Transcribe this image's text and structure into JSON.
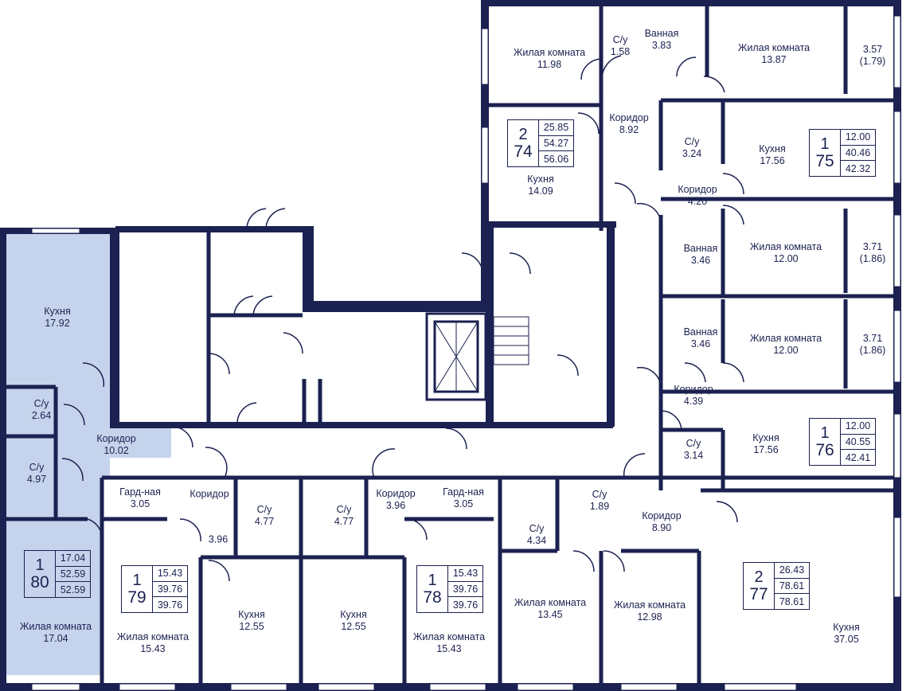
{
  "colors": {
    "wall": "#1b2150",
    "selected_fill": "#c5d4ec",
    "background": "#ffffff"
  },
  "rooms": [
    {
      "name": "Жилая комната",
      "area": "11.98"
    },
    {
      "name": "С/у",
      "area": "1.58"
    },
    {
      "name": "Ванная",
      "area": "3.83"
    },
    {
      "name": "Жилая комната",
      "area": "13.87"
    },
    {
      "name": "3.57",
      "area": "(1.79)"
    },
    {
      "name": "Коридор",
      "area": "8.92"
    },
    {
      "name": "Кухня",
      "area": "14.09"
    },
    {
      "name": "С/у",
      "area": "3.24"
    },
    {
      "name": "Кухня",
      "area": "17.56"
    },
    {
      "name": "Коридор",
      "area": "4.20"
    },
    {
      "name": "Ванная",
      "area": "3.46"
    },
    {
      "name": "Жилая комната",
      "area": "12.00"
    },
    {
      "name": "3.71",
      "area": "(1.86)"
    },
    {
      "name": "Ванная",
      "area": "3.46"
    },
    {
      "name": "Жилая комната",
      "area": "12.00"
    },
    {
      "name": "3.71",
      "area": "(1.86)"
    },
    {
      "name": "Коридор",
      "area": "4.39"
    },
    {
      "name": "С/у",
      "area": "3.14"
    },
    {
      "name": "Кухня",
      "area": "17.56"
    },
    {
      "name": "Кухня",
      "area": "17.92"
    },
    {
      "name": "С/у",
      "area": "2.64"
    },
    {
      "name": "Коридор",
      "area": "10.02"
    },
    {
      "name": "С/у",
      "area": "4.97"
    },
    {
      "name": "Гард-ная",
      "area": "3.05"
    },
    {
      "name": "Коридор",
      "area": ""
    },
    {
      "name": "",
      "area": "3.96"
    },
    {
      "name": "С/у",
      "area": "4.77"
    },
    {
      "name": "С/у",
      "area": "4.77"
    },
    {
      "name": "Коридор",
      "area": "3.96"
    },
    {
      "name": "Гард-ная",
      "area": "3.05"
    },
    {
      "name": "С/у",
      "area": "1.89"
    },
    {
      "name": "С/у",
      "area": "4.34"
    },
    {
      "name": "Коридор",
      "area": "8.90"
    },
    {
      "name": "Жилая комната",
      "area": "17.04"
    },
    {
      "name": "Жилая комната",
      "area": "15.43"
    },
    {
      "name": "Кухня",
      "area": "12.55"
    },
    {
      "name": "Кухня",
      "area": "12.55"
    },
    {
      "name": "Жилая комната",
      "area": "15.43"
    },
    {
      "name": "Жилая комната",
      "area": "13.45"
    },
    {
      "name": "Жилая комната",
      "area": "12.98"
    },
    {
      "name": "Кухня",
      "area": "37.05"
    }
  ],
  "apartments": [
    {
      "rooms": "2",
      "number": "74",
      "areas": [
        "25.85",
        "54.27",
        "56.06"
      ]
    },
    {
      "rooms": "1",
      "number": "75",
      "areas": [
        "12.00",
        "40.46",
        "42.32"
      ]
    },
    {
      "rooms": "1",
      "number": "76",
      "areas": [
        "12.00",
        "40.55",
        "42.41"
      ]
    },
    {
      "rooms": "1",
      "number": "80",
      "areas": [
        "17.04",
        "52.59",
        "52.59"
      ]
    },
    {
      "rooms": "1",
      "number": "79",
      "areas": [
        "15.43",
        "39.76",
        "39.76"
      ]
    },
    {
      "rooms": "1",
      "number": "78",
      "areas": [
        "15.43",
        "39.76",
        "39.76"
      ]
    },
    {
      "rooms": "2",
      "number": "77",
      "areas": [
        "26.43",
        "78.61",
        "78.61"
      ]
    }
  ]
}
